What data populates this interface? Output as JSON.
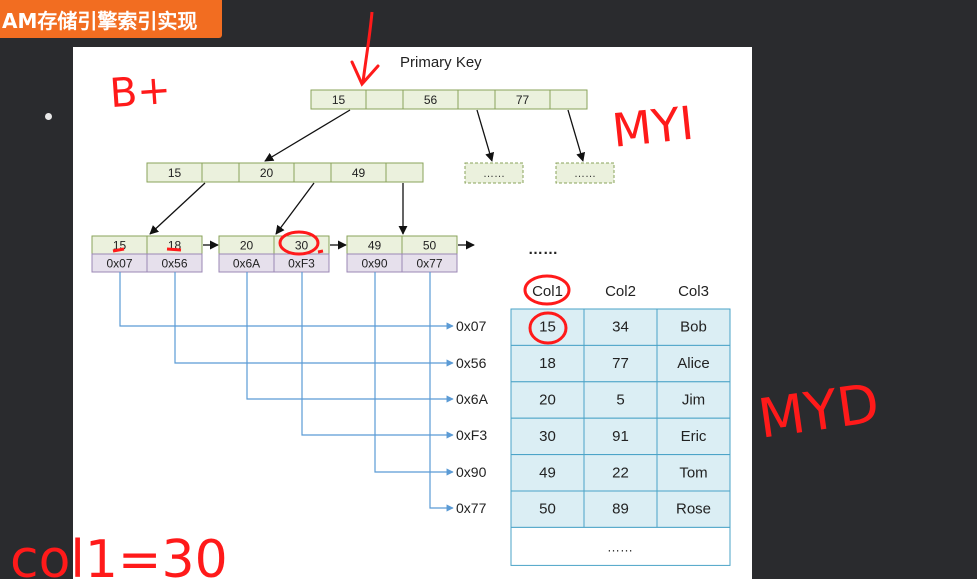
{
  "header": {
    "title": "AM存储引擎索引实现"
  },
  "diagram": {
    "primary_key_label": "Primary Key",
    "root_keys": [
      "15",
      "",
      "56",
      "",
      "77",
      ""
    ],
    "level2_keys": [
      "15",
      "",
      "20",
      "",
      "49",
      ""
    ],
    "ellipsis_small": "……",
    "leaves": [
      {
        "keys": [
          "15",
          "18"
        ],
        "ptrs": [
          "0x07",
          "0x56"
        ]
      },
      {
        "keys": [
          "20",
          "30"
        ],
        "ptrs": [
          "0x6A",
          "0xF3"
        ]
      },
      {
        "keys": [
          "49",
          "50"
        ],
        "ptrs": [
          "0x90",
          "0x77"
        ]
      }
    ],
    "leaf_ellipsis": "……",
    "address_labels": [
      "0x07",
      "0x56",
      "0x6A",
      "0xF3",
      "0x90",
      "0x77"
    ],
    "table": {
      "headers": [
        "Col1",
        "Col2",
        "Col3"
      ],
      "rows": [
        [
          "15",
          "34",
          "Bob"
        ],
        [
          "18",
          "77",
          "Alice"
        ],
        [
          "20",
          "5",
          "Jim"
        ],
        [
          "30",
          "91",
          "Eric"
        ],
        [
          "49",
          "22",
          "Tom"
        ],
        [
          "50",
          "89",
          "Rose"
        ]
      ],
      "footer": "……"
    }
  },
  "annotations": {
    "b_plus": "B+",
    "myi": "MYI",
    "myd": "MYD",
    "query": "col1=30"
  },
  "colors": {
    "badge": "#f26d21",
    "key_fill": "#ebf1dd",
    "key_stroke": "#8aa35a",
    "ptr_fill": "#e6e0ec",
    "ptr_stroke": "#9b87b5",
    "table_fill": "#dbeef4",
    "table_stroke": "#4aa3c7",
    "arrow_blue": "#5b9bd5",
    "ink_red": "#ff1a1a"
  }
}
